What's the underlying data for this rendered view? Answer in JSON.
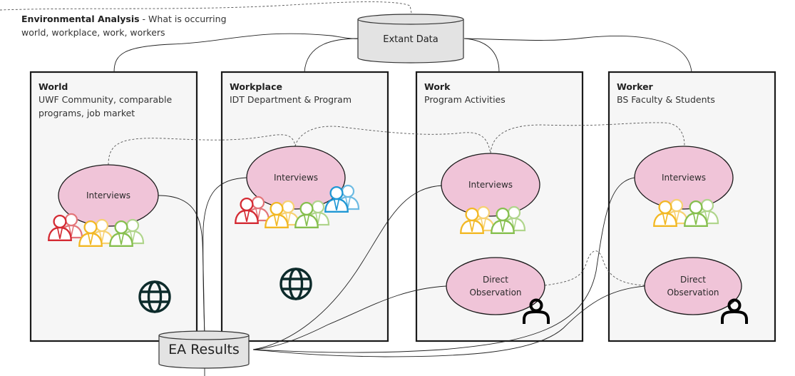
{
  "header": {
    "title_bold": "Environmental Analysis",
    "title_rest": " - What is occurring",
    "subtitle": "world, workplace, work, workers"
  },
  "extant_data": {
    "label": "Extant Data"
  },
  "ea_results": {
    "label": "EA Results"
  },
  "panels": [
    {
      "title": "World",
      "lines": [
        "UWF Community, comparable",
        "programs, job market"
      ],
      "interviews_label": "Interviews",
      "people_colors": [
        "#d42a33",
        "#f2b824",
        "#86bf4e"
      ],
      "has_globe": true,
      "has_observation": false
    },
    {
      "title": "Workplace",
      "lines": [
        "IDT Department & Program"
      ],
      "interviews_label": "Interviews",
      "people_colors": [
        "#d42a33",
        "#f2b824",
        "#86bf4e",
        "#1f97d4"
      ],
      "has_globe": true,
      "has_observation": false
    },
    {
      "title": "Work",
      "lines": [
        "Program Activities"
      ],
      "interviews_label": "Interviews",
      "people_colors": [
        "#f2b824",
        "#86bf4e"
      ],
      "has_globe": false,
      "has_observation": true,
      "observation_lines": [
        "Direct",
        "Observation"
      ]
    },
    {
      "title": "Worker",
      "lines": [
        "BS Faculty & Students"
      ],
      "interviews_label": "Interviews",
      "people_colors": [
        "#f2b824",
        "#86bf4e"
      ],
      "has_globe": false,
      "has_observation": true,
      "observation_lines": [
        "Direct",
        "Observation"
      ]
    }
  ],
  "colors": {
    "ellipse_fill": "#f0c4d8",
    "panel_fill": "#f6f6f6",
    "cylinder_fill": "#e3e3e3",
    "globe": "#0d2b2b"
  }
}
